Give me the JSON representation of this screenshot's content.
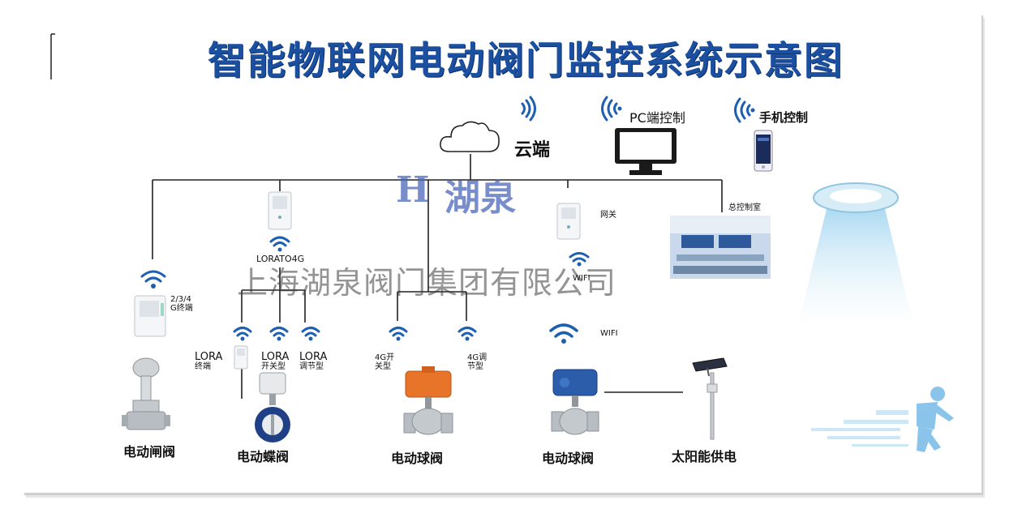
{
  "title": "智能物联网电动阀门监控系统示意图",
  "cloud": {
    "label": "云端"
  },
  "pc": {
    "label": "PC端控制"
  },
  "mobile": {
    "label": "手机控制"
  },
  "logo": {
    "mark": "H",
    "text": "湖泉"
  },
  "watermark": "上海湖泉阀门集团有限公司",
  "gateways": {
    "lora_to_4g": "LORATO4G",
    "gateway": "网关",
    "wifi": "WIFI",
    "control_room": "总控制室",
    "terminal_234g_line1": "2/3/4",
    "terminal_234g_line2": "G终端"
  },
  "lora": {
    "terminal_title": "LORA",
    "terminal_sub": "终端",
    "switch_title": "LORA",
    "switch_sub": "开关型",
    "reg_title": "LORA",
    "reg_sub": "调节型"
  },
  "fourg": {
    "switch_line1": "4G开",
    "switch_line2": "关型",
    "reg_line1": "4G调",
    "reg_line2": "节型"
  },
  "wifi2": {
    "label": "WIFI"
  },
  "valves": {
    "gate": "电动闸阀",
    "butterfly": "电动蝶阀",
    "ball1": "电动球阀",
    "ball2": "电动球阀",
    "solar": "太阳能供电"
  },
  "colors": {
    "title": "#1b4fa0",
    "wifi": "#1e5fb0",
    "orange": "#e8742a",
    "line": "#222222"
  }
}
